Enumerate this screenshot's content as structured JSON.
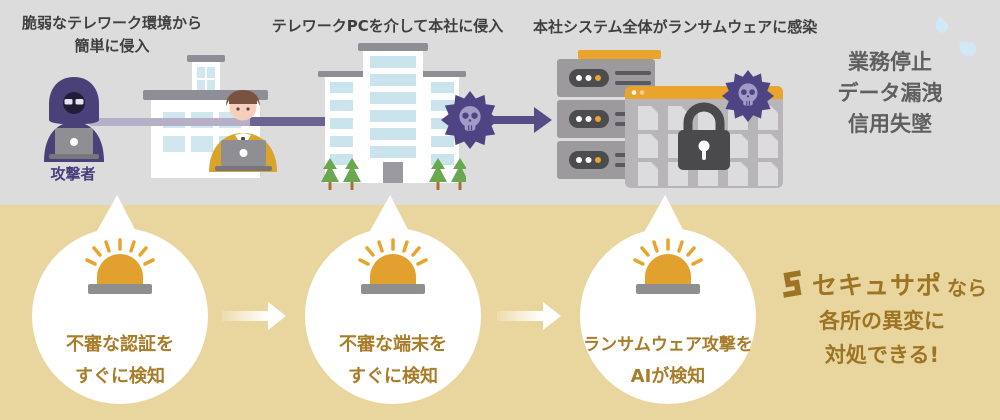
{
  "top": {
    "caption1_line1": "脆弱なテレワーク環境から",
    "caption1_line2": "簡単に侵入",
    "attacker_label": "攻撃者",
    "caption2": "テレワークPCを介して本社に侵入",
    "caption3": "本社システム全体がランサムウェアに感染",
    "consequence_line1": "業務停止",
    "consequence_line2": "データ漏洩",
    "consequence_line3": "信用失墜"
  },
  "bottom": {
    "step1_line1": "不審な認証を",
    "step1_line2": "すぐに検知",
    "step2_line1": "不審な端末を",
    "step2_line2": "すぐに検知",
    "step3_line1": "ランサムウェア攻撃を",
    "step3_line2": "AIが検知",
    "brand_name": "セキュサポ",
    "brand_suffix": "なら",
    "brand_line2": "各所の異変に",
    "brand_line3": "対処できる!"
  },
  "icons": {
    "virus": "gear-skull-virus-icon",
    "alarm": "alarm-siren-icon",
    "lock": "padlock-icon",
    "brand_mark": "secusapo-s-logo-icon"
  },
  "colors": {
    "top_bg": "#dcdcdd",
    "bottom_bg": "#e9d69e",
    "virus_purple": "#4e4483",
    "connector_light_purple": "#b5b0c8",
    "connector_dark_purple": "#6b6391",
    "accent_orange": "#e8a42c",
    "brand_brown": "#9c7424",
    "bubble_text_brown": "#a87c28",
    "caption_gray": "#3f3f3f",
    "consequence_gray": "#5f5f5f"
  }
}
